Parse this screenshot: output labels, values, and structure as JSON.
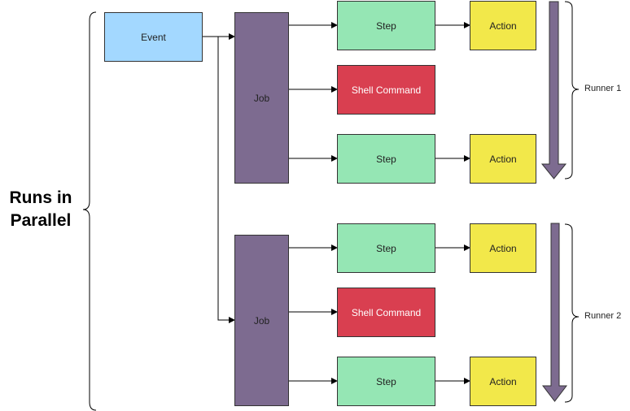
{
  "labels": {
    "runs_in_parallel_line1": "Runs in",
    "runs_in_parallel_line2": "Parallel",
    "event": "Event",
    "job_1": "Job",
    "job_2": "Job",
    "runner_1": "Runner 1",
    "runner_2": "Runner 2"
  },
  "runner1": {
    "step_1": "Step",
    "action_1": "Action",
    "shell": "Shell Command",
    "step_2": "Step",
    "action_2": "Action"
  },
  "runner2": {
    "step_1": "Step",
    "action_1": "Action",
    "shell": "Shell Command",
    "step_2": "Step",
    "action_2": "Action"
  },
  "colors": {
    "event": "#a3d8ff",
    "job": "#7d6b90",
    "step": "#95e6b4",
    "shell_command": "#d93f50",
    "action": "#f2e84a"
  }
}
